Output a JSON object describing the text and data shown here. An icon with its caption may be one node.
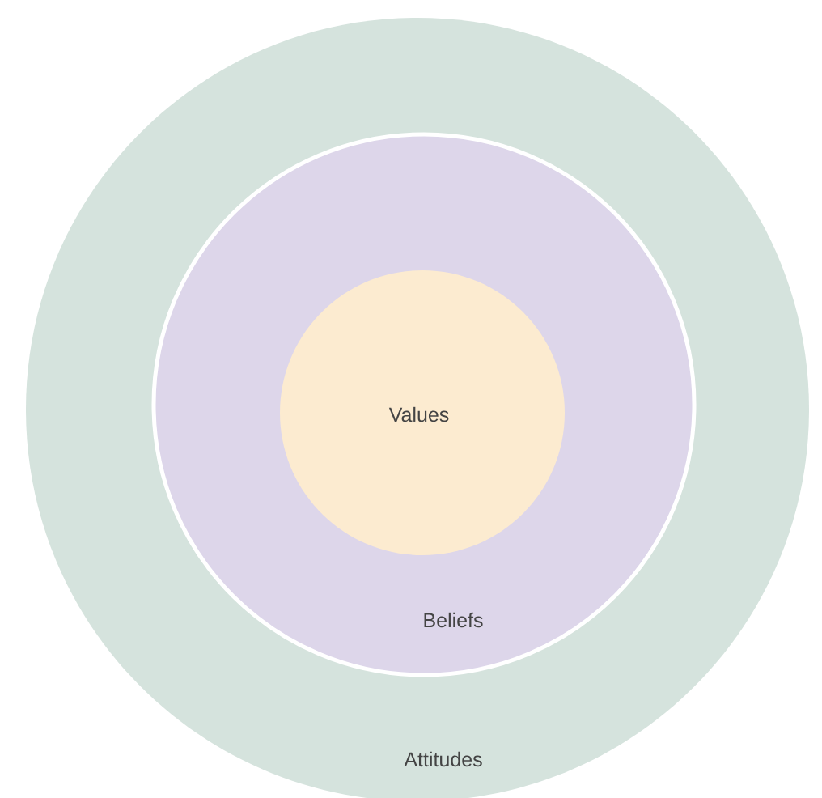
{
  "diagram": {
    "nodes": [
      {
        "text": [
          "Attitudes"
        ]
      },
      {
        "text": [
          "Beliefs"
        ],
        "in": 0
      },
      {
        "text": [
          "Values"
        ],
        "in": 1
      }
    ]
  }
}
